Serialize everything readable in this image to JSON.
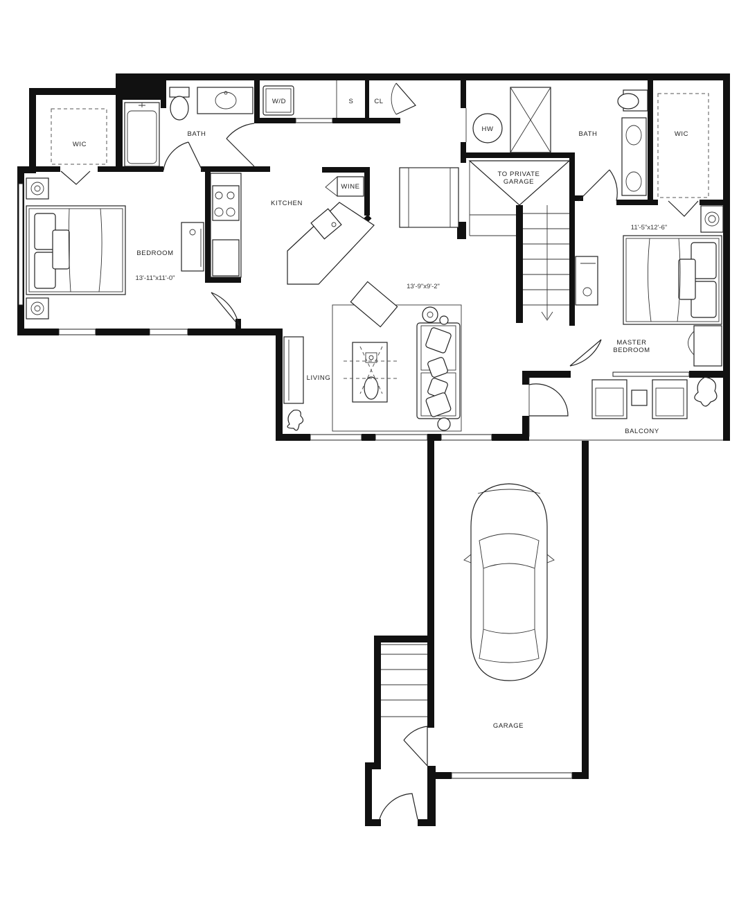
{
  "rooms": {
    "wic_left": "WIC",
    "bath_left": "BATH",
    "wd": "W/D",
    "s": "S",
    "cl": "CL",
    "hw": "HW",
    "to_private_garage_line1": "TO PRIVATE",
    "to_private_garage_line2": "GARAGE",
    "bath_right": "BATH",
    "wic_right": "WIC",
    "wine": "WINE",
    "kitchen": "KITCHEN",
    "bedroom": "BEDROOM",
    "living": "LIVING",
    "master_bedroom_line1": "MASTER",
    "master_bedroom_line2": "BEDROOM",
    "balcony": "BALCONY",
    "garage": "GARAGE"
  },
  "dimensions": {
    "bedroom": "13'-11\"x11'-0\"",
    "living": "13'-9\"x9'-2\"",
    "master_bedroom": "11'-5\"x12'-6\""
  }
}
